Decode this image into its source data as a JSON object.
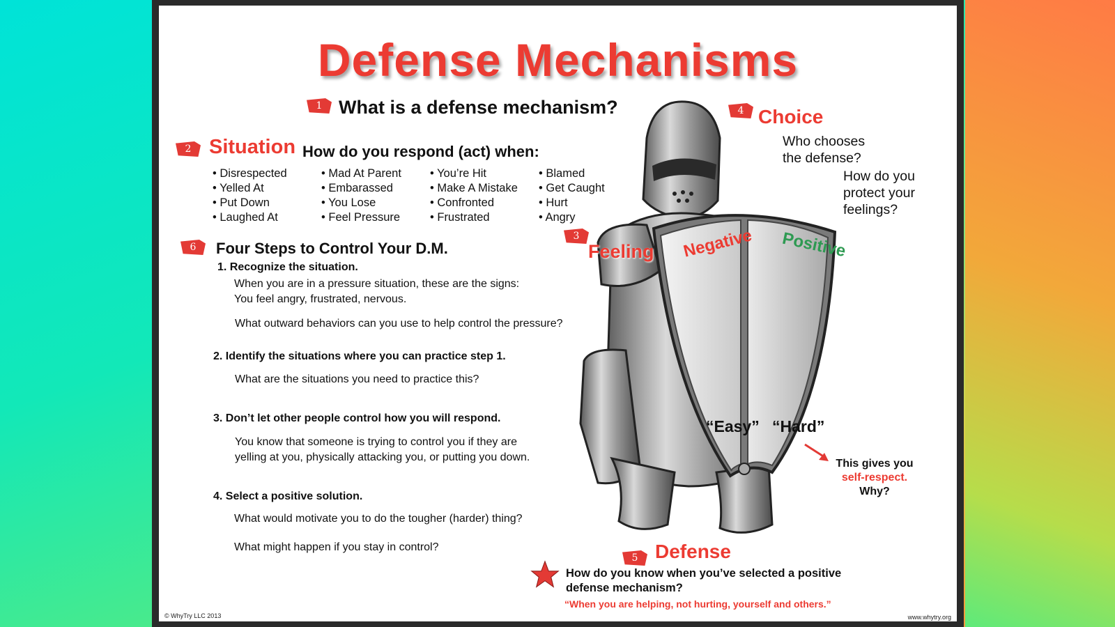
{
  "title": "Defense Mechanisms",
  "section1": {
    "num": "1",
    "question": "What is a defense mechanism?"
  },
  "section2": {
    "num": "2",
    "label": "Situation",
    "prompt": "How do you respond (act) when:",
    "columns": [
      [
        "• Disrespected",
        "• Yelled At",
        "• Put Down",
        "• Laughed At"
      ],
      [
        "• Mad At Parent",
        "• Embarassed",
        "• You Lose",
        "• Feel Pressure"
      ],
      [
        "• You’re Hit",
        "• Make A Mistake",
        "• Confronted",
        "• Frustrated"
      ],
      [
        "• Blamed",
        "• Get Caught",
        "• Hurt",
        "• Angry"
      ]
    ]
  },
  "section3": {
    "num": "3",
    "feeling": "Feeling",
    "negative": "Negative",
    "positive": "Positive",
    "easy": "“Easy”",
    "hard": "“Hard”"
  },
  "section4": {
    "num": "4",
    "label": "Choice",
    "q1_line1": "Who chooses",
    "q1_line2": "the defense?",
    "q2_line1": "How do you",
    "q2_line2": "protect your",
    "q2_line3": "feelings?"
  },
  "self_respect": {
    "line1": "This gives you",
    "line2": "self-respect.",
    "line3": "Why?"
  },
  "section5": {
    "num": "5",
    "label": "Defense",
    "q_line1": "How do you know when you’ve selected a positive",
    "q_line2": "defense mechanism?",
    "quote": "“When you are helping, not hurting, yourself and others.”"
  },
  "section6": {
    "num": "6",
    "heading": "Four Steps to Control Your D.M.",
    "steps": [
      {
        "title": "1.  Recognize the situation.",
        "b1": "When you are in a pressure situation, these are the signs:",
        "b2": "You feel angry, frustrated, nervous.",
        "b3": "What outward behaviors can you use to help control the pressure?"
      },
      {
        "title": "2.  Identify the situations where you can practice step 1.",
        "b1": "What are the situations you need to practice this?"
      },
      {
        "title": "3.  Don’t let other people control how you will respond.",
        "b1": "You know that someone is trying to control you if they are",
        "b2": "yelling at you, physically attacking you, or putting you down."
      },
      {
        "title": "4.  Select a positive solution.",
        "b1": "What would motivate you to do the tougher (harder) thing?",
        "b2": "What might happen if you stay in control?"
      }
    ]
  },
  "footer": {
    "copyright": "© WhyTry LLC 2013",
    "website": "www.whytry.org"
  },
  "colors": {
    "accent_red": "#ec3b32",
    "positive_green": "#2e9a52"
  }
}
